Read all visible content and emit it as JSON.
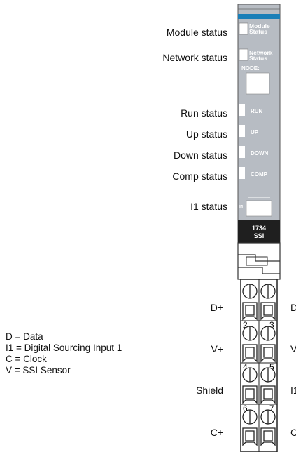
{
  "module": {
    "indicators": {
      "module_status": "Module\nStatus",
      "network_status": "Network\nStatus",
      "node": "NODE:",
      "run": "RUN",
      "up": "UP",
      "down": "DOWN",
      "comp": "COMP",
      "i1": "I1"
    },
    "model_line1": "1734",
    "model_line2": "SSI",
    "terminal_numbers": [
      "2",
      "3",
      "4",
      "5",
      "6",
      "7"
    ]
  },
  "left_callouts": {
    "module_status": "Module status",
    "network_status": "Network status",
    "run_status": "Run status",
    "up_status": "Up status",
    "down_status": "Down status",
    "comp_status": "Comp status",
    "i1_status": "I1 status"
  },
  "terminal_labels": {
    "left": [
      "D+",
      "V+",
      "Shield",
      "C+"
    ],
    "right_visible": [
      "D",
      "V",
      "I1",
      "C"
    ]
  },
  "legend": [
    "D = Data",
    "I1 = Digital Sourcing Input 1",
    "C = Clock",
    "V = SSI Sensor"
  ],
  "colors": {
    "housing": "#b7bcc3",
    "top_stripe": "#1a7fb8",
    "body_dark": "#2a2a2a"
  }
}
